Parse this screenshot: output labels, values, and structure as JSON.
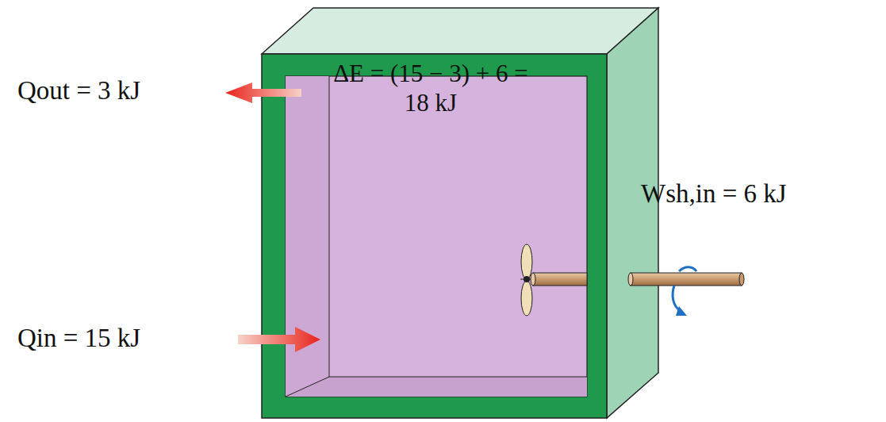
{
  "diagram": {
    "nodes": [
      {
        "text": [
          "ΔE = (15 − 3) + 6 = 18 kJ"
        ]
      }
    ],
    "labels": [
      "Qout = 3 kJ",
      "Qin = 15 kJ",
      "Wsh,in = 6 kJ"
    ]
  }
}
